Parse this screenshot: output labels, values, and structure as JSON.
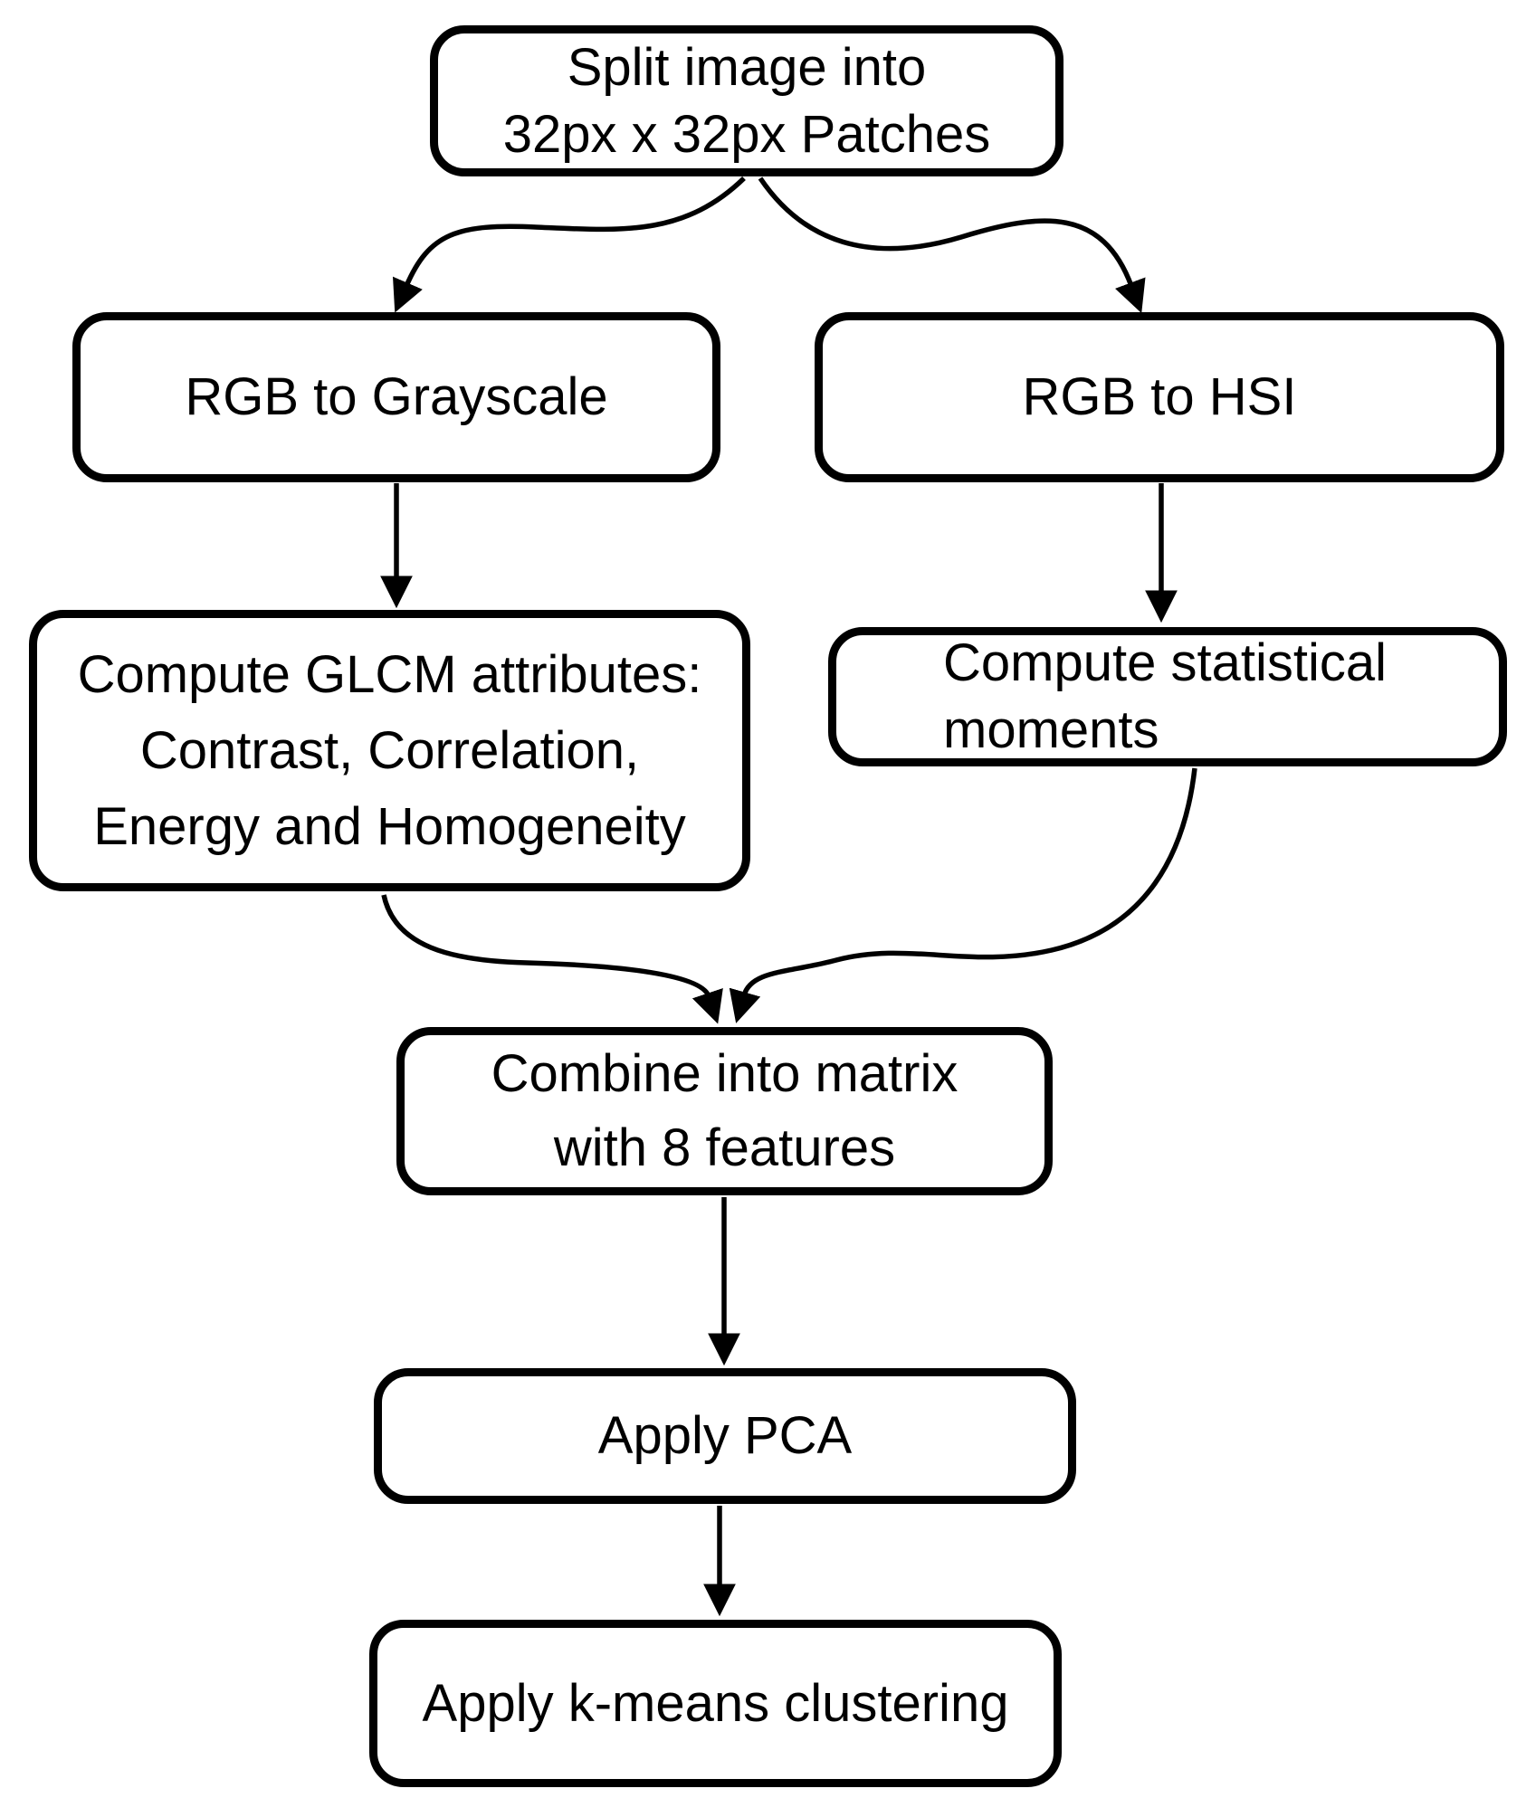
{
  "diagram": {
    "title": "Feature extraction and clustering flowchart",
    "background_color": "#ffffff",
    "line_color": "#000000",
    "nodes": {
      "split": {
        "lines": [
          "Split image into",
          "32px x 32px Patches"
        ]
      },
      "gray": {
        "lines": [
          "RGB to Grayscale"
        ]
      },
      "hsi": {
        "lines": [
          "RGB to HSI"
        ]
      },
      "glcm": {
        "lines": [
          "Compute GLCM attributes:",
          "Contrast, Correlation,",
          "Energy and Homogeneity"
        ]
      },
      "moments": {
        "lines": [
          "Compute statistical",
          "moments"
        ]
      },
      "combine": {
        "lines": [
          "Combine into matrix",
          "with 8 features"
        ]
      },
      "pca": {
        "lines": [
          "Apply PCA"
        ]
      },
      "kmeans": {
        "lines": [
          "Apply k-means clustering"
        ]
      }
    },
    "edges": [
      {
        "from": "split",
        "to": "gray"
      },
      {
        "from": "split",
        "to": "hsi"
      },
      {
        "from": "gray",
        "to": "glcm"
      },
      {
        "from": "hsi",
        "to": "moments"
      },
      {
        "from": "glcm",
        "to": "combine"
      },
      {
        "from": "moments",
        "to": "combine"
      },
      {
        "from": "combine",
        "to": "pca"
      },
      {
        "from": "pca",
        "to": "kmeans"
      }
    ]
  }
}
